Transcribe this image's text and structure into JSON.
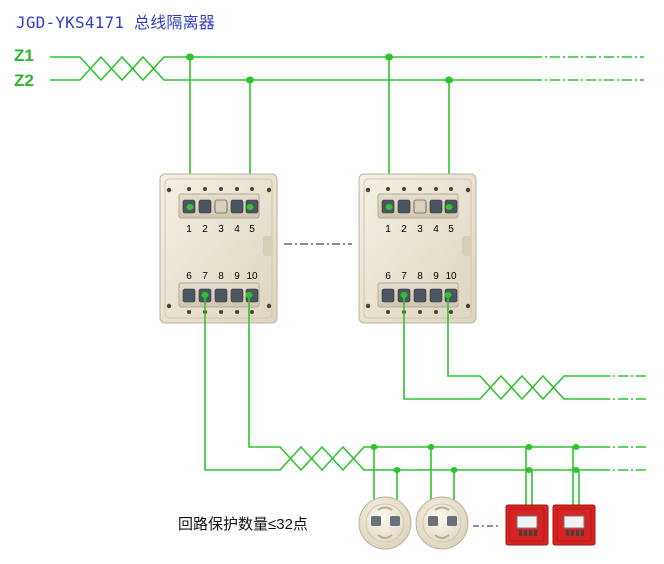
{
  "title": "JGD-YKS4171 总线隔离器",
  "bus_labels": [
    "Z1",
    "Z2"
  ],
  "terminals_top": [
    "1",
    "2",
    "3",
    "4",
    "5"
  ],
  "terminals_bottom": [
    "6",
    "7",
    "8",
    "9",
    "10"
  ],
  "note": "回路保护数量≤32点",
  "colors": {
    "wire": "#2ec42e",
    "title": "#2f3fc4",
    "housing": "#ece6d6",
    "red_module": "#d62323"
  }
}
